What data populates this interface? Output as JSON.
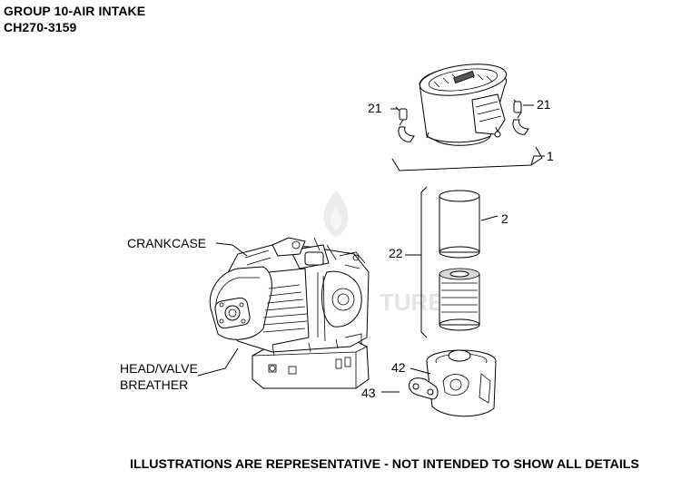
{
  "header": {
    "title": "GROUP 10-AIR INTAKE",
    "model": "CH270-3159"
  },
  "footer": {
    "disclaimer": "ILLUSTRATIONS ARE REPRESENTATIVE - NOT INTENDED TO SHOW ALL DETAILS"
  },
  "callouts": {
    "p21_left": "21",
    "p21_right": "21",
    "p1": "1",
    "p2": "2",
    "p22": "22",
    "p42": "42",
    "p43": "43"
  },
  "engine_labels": {
    "crankcase": "CRANKCASE",
    "head_valve": "HEAD/VALVE",
    "breather": "BREATHER"
  },
  "watermark": {
    "text": "TURE"
  },
  "colors": {
    "line": "#000000",
    "watermark": "#e4e4e4",
    "background": "#ffffff"
  }
}
